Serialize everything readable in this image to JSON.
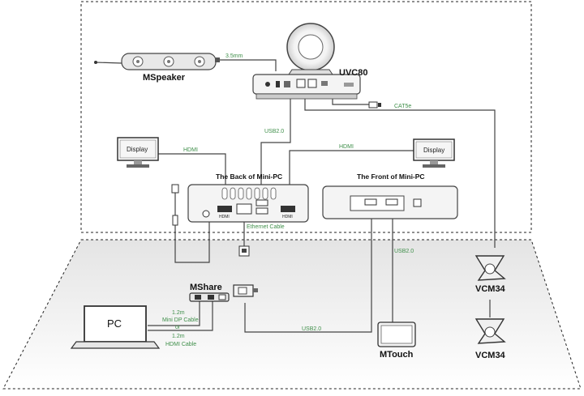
{
  "devices": {
    "uvc": "UVC80",
    "speaker": "MSpeaker",
    "pc_back": "The Back of Mini-PC",
    "pc_front": "The Front of Mini-PC",
    "display_left": "Display",
    "display_right": "Display",
    "mshare": "MShare",
    "pc": "PC",
    "mtouch": "MTouch",
    "vcm_top": "VCM34",
    "vcm_bottom": "VCM34"
  },
  "cables": {
    "jack": "3.5mm",
    "usb_camera": "USB2.0",
    "hdmi_left": "HDMI",
    "hdmi_right": "HDMI",
    "ethernet": "Ethernet Cable",
    "cat5e": "CAT5e",
    "usb_mtouch": "USB2.0",
    "usb_mshare": "USB2.0",
    "len_top": "1.2m",
    "dp_cable": "Mini DP Cable",
    "or": "or",
    "len_bottom": "1.2m",
    "hdmi_cable": "HDMI Cable"
  },
  "ports": {
    "hdmi_a": "HDMI",
    "hdmi_b": "HDMI"
  },
  "colors": {
    "cable_label": "#3f8f4a",
    "device_fill": "#f4f4f4",
    "device_stroke": "#555555",
    "room_floor": "#ececec"
  }
}
